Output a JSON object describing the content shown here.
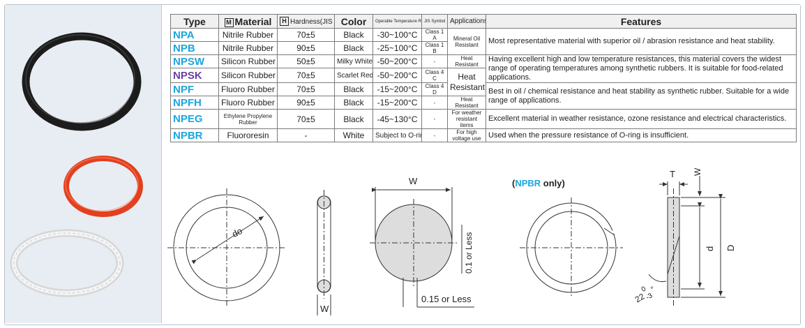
{
  "table": {
    "headers": {
      "type": "Type",
      "material_marker": "M",
      "material": "Material",
      "hardness_marker": "H",
      "hardness": "Hardness(JIS Hs)",
      "color": "Color",
      "temp_range": "Operable Temperature Range",
      "jis_symbol": "JIS Symbol",
      "applications": "Applications",
      "features": "Features"
    },
    "rows": [
      {
        "type": "NPA",
        "material": "Nitrile Rubber",
        "hardness": "70±5",
        "color": "Black",
        "temp": "-30~100°C",
        "jis": "Class 1 A"
      },
      {
        "type": "NPB",
        "material": "Nitrile Rubber",
        "hardness": "90±5",
        "color": "Black",
        "temp": "-25~100°C",
        "jis": "Class 1 B"
      },
      {
        "type": "NPSW",
        "material": "Silicon Rubber",
        "hardness": "50±5",
        "color": "Milky White",
        "temp": "-50~200°C",
        "jis": "-"
      },
      {
        "type": "NPSK",
        "material": "Silicon Rubber",
        "hardness": "70±5",
        "color": "Scarlet Red",
        "temp": "-50~200°C",
        "jis": "Class 4 C"
      },
      {
        "type": "NPF",
        "material": "Fluoro Rubber",
        "hardness": "70±5",
        "color": "Black",
        "temp": "-15~200°C",
        "jis": "Class 4 D"
      },
      {
        "type": "NPFH",
        "material": "Fluoro Rubber",
        "hardness": "90±5",
        "color": "Black",
        "temp": "-15~200°C",
        "jis": "-"
      },
      {
        "type": "NPEG",
        "material": "Ethylene Propylene Rubber",
        "hardness": "70±5",
        "color": "Black",
        "temp": "-45~130°C",
        "jis": "-"
      },
      {
        "type": "NPBR",
        "material": "Fluororesin",
        "hardness": "-",
        "color": "White",
        "temp": "Subject to O-ring",
        "jis": "-"
      }
    ],
    "applications": {
      "mineral_oil": "Mineral Oil Resistant",
      "heat_small": "Heat Resistant",
      "heat": "Heat Resistant",
      "heat_small2": "Heat Resistant",
      "weather": "For weather resistant items",
      "high_voltage": "For high voltage use"
    },
    "features": {
      "f1": "Most representative material with superior oil / abrasion resistance and heat stability.",
      "f2": "Having excellent high and low temperature resistances, this material covers the widest range of operating temperatures among synthetic rubbers. It is suitable for food-related applications.",
      "f3": "Best in oil / chemical resistance and heat stability as synthetic rubber. Suitable for a wide range of applications.",
      "f4": "Excellent material in weather resistance, ozone resistance and electrical characteristics.",
      "f5": "Used when the pressure resistance of O-ring is insufficient."
    }
  },
  "drawing": {
    "do": "do",
    "w1": "W",
    "w2": "W",
    "tol1": "0.1 or Less",
    "tol2": "0.15 or Less",
    "npbr_prefix": "(",
    "npbr_code": "NPBR",
    "npbr_suffix": " only)",
    "t": "T",
    "w3": "W",
    "d": "d",
    "D": "D",
    "angle_base": "22",
    "angle_up": "0",
    "angle_low": "-3",
    "deg": "°"
  },
  "colors": {
    "accent_blue": "#1aa6de",
    "accent_purple": "#6a3fa0",
    "panel_bg": "#e8edf3",
    "oring_black": "#1c1c1c",
    "oring_red": "#e2401f",
    "oring_white": "#e9eaea"
  }
}
